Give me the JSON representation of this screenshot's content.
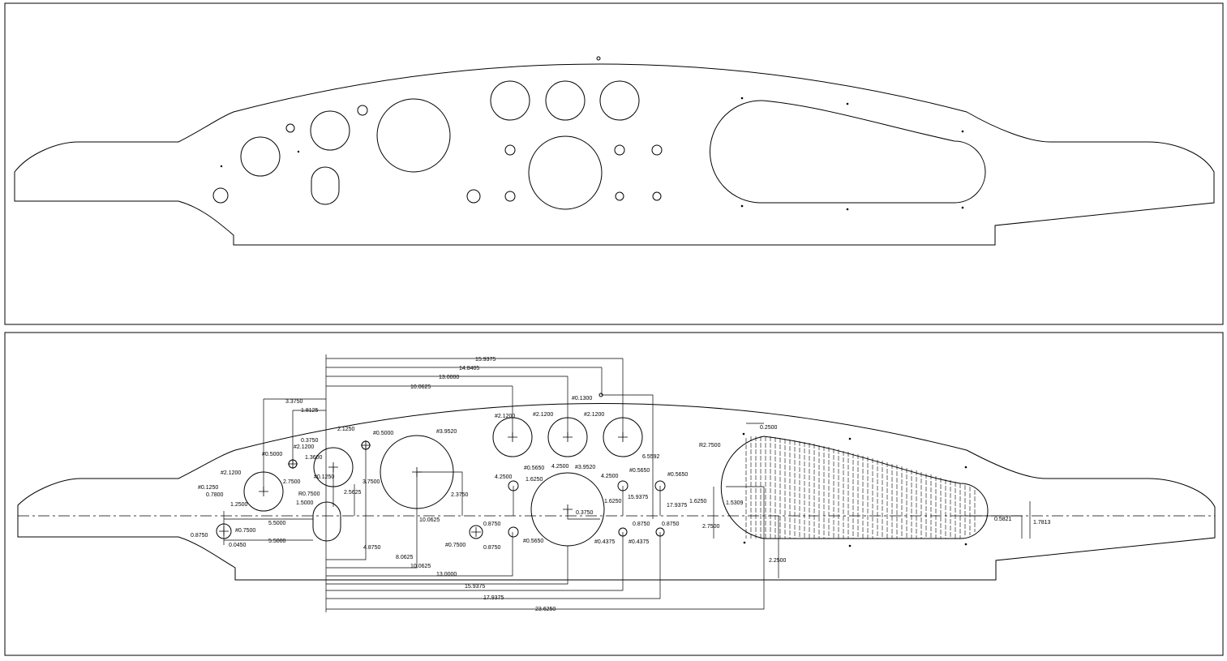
{
  "top_view": {},
  "bottom_view": {
    "dimension_labels": [
      "15.9375",
      "14.8405",
      "13.0000",
      "10.0625",
      "3.3750",
      "1.8125",
      "#0.1300",
      "#2.1200",
      "#2.1200",
      "#2.1200",
      "#3.9520",
      "#0.5000",
      "2.1250",
      "0.3750",
      "#2.1200",
      "1.3600",
      "#0.1250",
      "2.7500",
      "#0.5000",
      "6.5592",
      "R0.7500",
      "2.5625",
      "3.7500",
      "2.3750",
      "1.5000",
      "#2.1200",
      "1.2500",
      "#0.1250",
      "0.7800",
      "#0.5650",
      "1.6250",
      "#3.9520",
      "4.2500",
      "4.2500",
      "4.2500",
      "#0.5650",
      "#0.5650",
      "1.6250",
      "15.9375",
      "17.9375",
      "1.6250",
      "10.0625",
      "0.3750",
      "5.5000",
      "5.5000",
      "0.8750",
      "#0.7500",
      "0.0450",
      "4.8750",
      "8.0625",
      "10.0625",
      "13.0000",
      "15.9375",
      "17.9375",
      "23.6250",
      "#0.7500",
      "0.8750",
      "0.8750",
      "#0.5650",
      "0.8750",
      "0.8750",
      "#0.4375",
      "#0.4375",
      "0.2500",
      "R2.7500",
      "1.5309",
      "2.7500",
      "2.2500",
      "0.5821",
      "1.7813"
    ]
  }
}
